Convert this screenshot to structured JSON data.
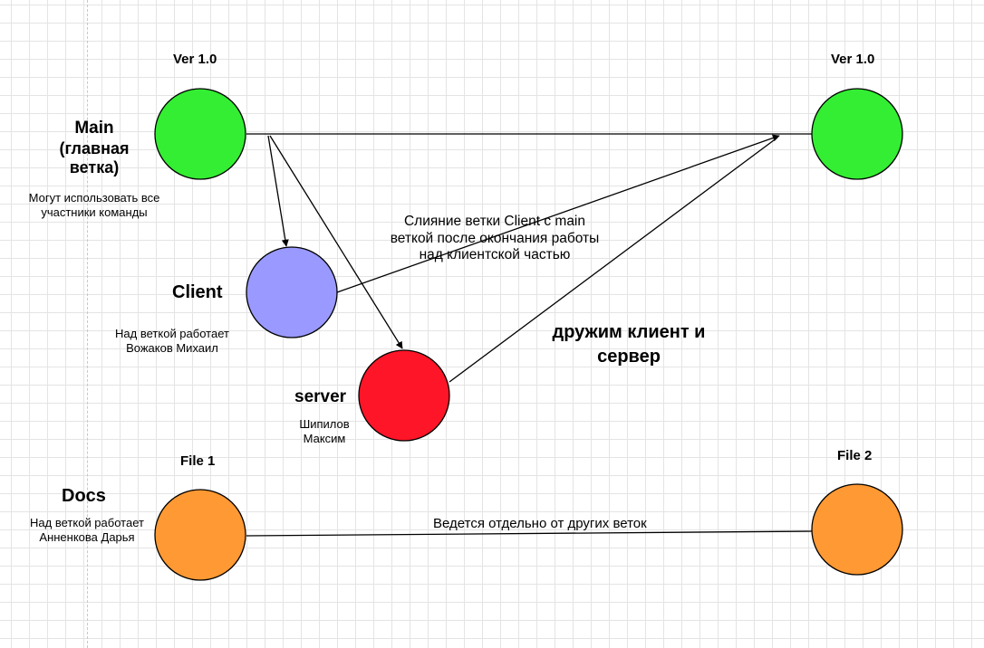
{
  "colors": {
    "main": "#33ee33",
    "client": "#9999ff",
    "server": "#ff1528",
    "docs": "#ff9933",
    "stroke": "#000000"
  },
  "main": {
    "version_start": "Ver 1.0",
    "version_end": "Ver 1.0",
    "title_line1": "Main",
    "title_line2": "(главная",
    "title_line3": "ветка)",
    "desc_line1": "Могут использовать все",
    "desc_line2": "участники команды"
  },
  "client": {
    "title": "Client",
    "desc_line1": "Над веткой работает",
    "desc_line2": "Вожаков Михаил"
  },
  "server": {
    "title": "server",
    "desc_line1": "Шипилов",
    "desc_line2": "Максим"
  },
  "docs": {
    "title": "Docs",
    "file_start": "File 1",
    "file_end": "File 2",
    "desc_line1": "Над веткой работает",
    "desc_line2": "Анненкова Дарья",
    "edge_label": "Ведется отдельно от других веток"
  },
  "merge_note": {
    "line1": "Слияние ветки Client с main",
    "line2": "веткой после окончания работы",
    "line3": "над клиентской частью"
  },
  "friends_note": {
    "line1": "дружим клиент и",
    "line2": "сервер"
  }
}
